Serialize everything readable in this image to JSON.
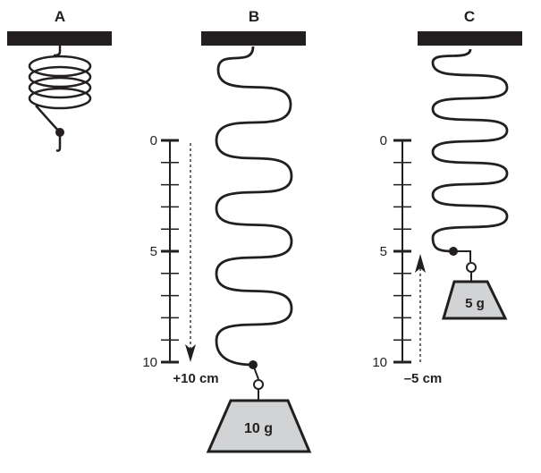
{
  "panels": [
    {
      "label": "A"
    },
    {
      "label": "B",
      "ruler": {
        "ticks": [
          "0",
          "5",
          "10"
        ]
      },
      "displacement": "+10 cm",
      "mass": "10 g"
    },
    {
      "label": "C",
      "ruler": {
        "ticks": [
          "0",
          "5",
          "10"
        ]
      },
      "displacement": "–5 cm",
      "mass": "5 g"
    }
  ],
  "colors": {
    "ink": "#231f20",
    "weight_fill": "#d1d3d4"
  }
}
